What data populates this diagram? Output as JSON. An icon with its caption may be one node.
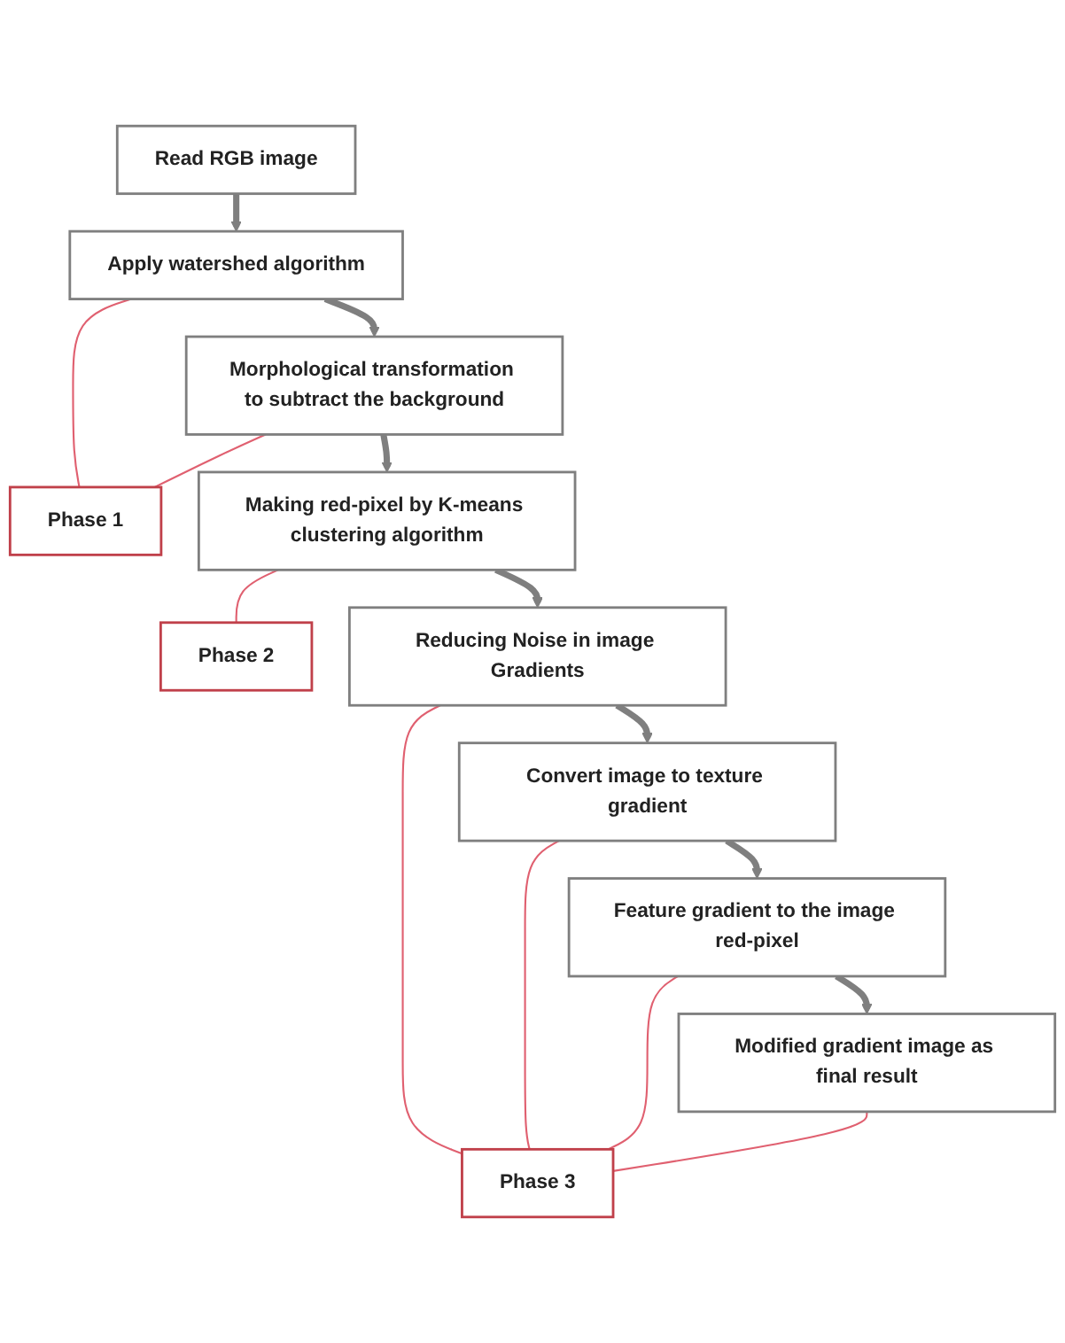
{
  "diagram": {
    "nodes": [
      {
        "text": [
          "Read RGB image"
        ]
      },
      {
        "text": [
          "Apply watershed algorithm"
        ]
      },
      {
        "text": [
          "Phase 1"
        ]
      },
      {
        "text": [
          "Morphological transformation to subtract the background"
        ]
      },
      {
        "text": [
          "Making red-pixel by K-means clustering algorithm"
        ]
      },
      {
        "text": [
          "Phase 2"
        ]
      },
      {
        "text": [
          "Reducing Noise in image Gradients"
        ]
      },
      {
        "text": [
          "Convert image to texture gradient"
        ]
      },
      {
        "text": [
          "Phase 3"
        ]
      },
      {
        "text": [
          "Feature gradient to the image red-pixel"
        ]
      },
      {
        "text": [
          "Modified gradient image as final result"
        ]
      }
    ],
    "edges": [
      {
        "from": 0,
        "to": 1,
        "arrow": "to",
        "style": "thick",
        "color": "#7f7f7f"
      },
      {
        "from": 1,
        "to": 3,
        "arrow": "to",
        "style": "thick",
        "color": "#7f7f7f"
      },
      {
        "from": 3,
        "to": 4,
        "arrow": "to",
        "style": "thick",
        "color": "#7f7f7f"
      },
      {
        "from": 4,
        "to": 6,
        "arrow": "to",
        "style": "thick",
        "color": "#7f7f7f"
      },
      {
        "from": 6,
        "to": 7,
        "arrow": "to",
        "style": "thick",
        "color": "#7f7f7f"
      },
      {
        "from": 7,
        "to": 9,
        "arrow": "to",
        "style": "thick",
        "color": "#7f7f7f"
      },
      {
        "from": 9,
        "to": 10,
        "arrow": "to",
        "style": "thick",
        "color": "#7f7f7f"
      },
      {
        "from": 1,
        "to": 2,
        "arrow": "none",
        "color": "#e06070"
      },
      {
        "from": 3,
        "to": 2,
        "arrow": "none",
        "color": "#e06070"
      },
      {
        "from": 4,
        "to": 5,
        "arrow": "none",
        "color": "#e06070"
      },
      {
        "from": 6,
        "to": 8,
        "arrow": "none",
        "color": "#e06070"
      },
      {
        "from": 7,
        "to": 8,
        "arrow": "none",
        "color": "#e06070"
      },
      {
        "from": 9,
        "to": 8,
        "arrow": "none",
        "color": "#e06070"
      },
      {
        "from": 10,
        "to": 8,
        "arrow": "none",
        "color": "#e06070"
      }
    ]
  }
}
